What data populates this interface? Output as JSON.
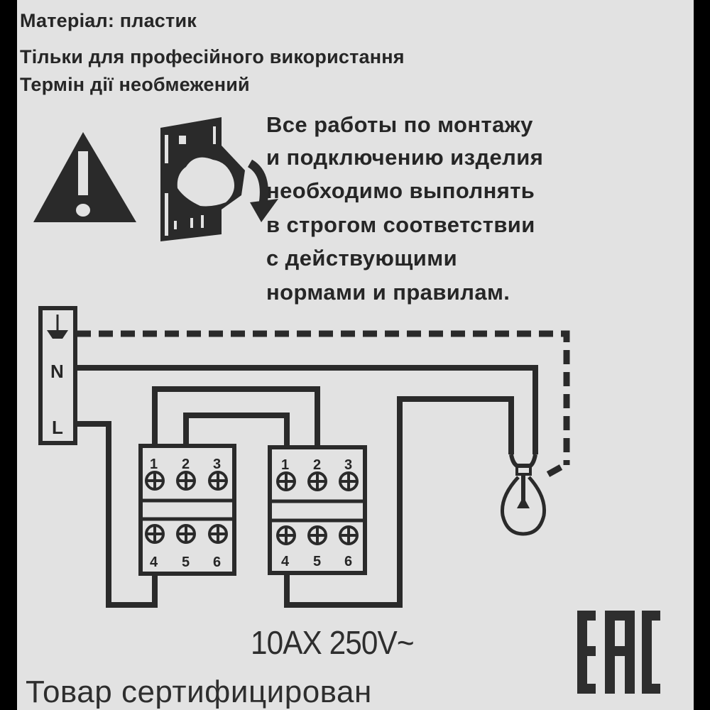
{
  "colors": {
    "background": "#e2e2e2",
    "ink": "#2a2a2a",
    "frame": "#000000"
  },
  "header": {
    "lines": [
      "Матеріал: пластик",
      "Тільки для професійного використання",
      "Термін дії необмежений"
    ]
  },
  "warning": {
    "icons": [
      "warning-triangle-icon",
      "wall-mounting-icon"
    ],
    "lines": [
      "Все работы по монтажу",
      "и подключению изделия",
      "необходимо выполнять",
      "в строгом соответствии",
      "с действующими",
      "нормами и правилам."
    ]
  },
  "diagram": {
    "terminal_block": {
      "labels": [
        "⏚",
        "N",
        "L"
      ]
    },
    "switches": [
      {
        "name": "switch-1",
        "top_terminals": [
          "1",
          "2",
          "3"
        ],
        "bottom_terminals": [
          "4",
          "5",
          "6"
        ]
      },
      {
        "name": "switch-2",
        "top_terminals": [
          "1",
          "2",
          "3"
        ],
        "bottom_terminals": [
          "4",
          "5",
          "6"
        ]
      }
    ],
    "load": "lamp-icon"
  },
  "footer": {
    "rating": "10AX 250V~",
    "certification": "Товар сертифицирован",
    "mark": "EAC"
  }
}
